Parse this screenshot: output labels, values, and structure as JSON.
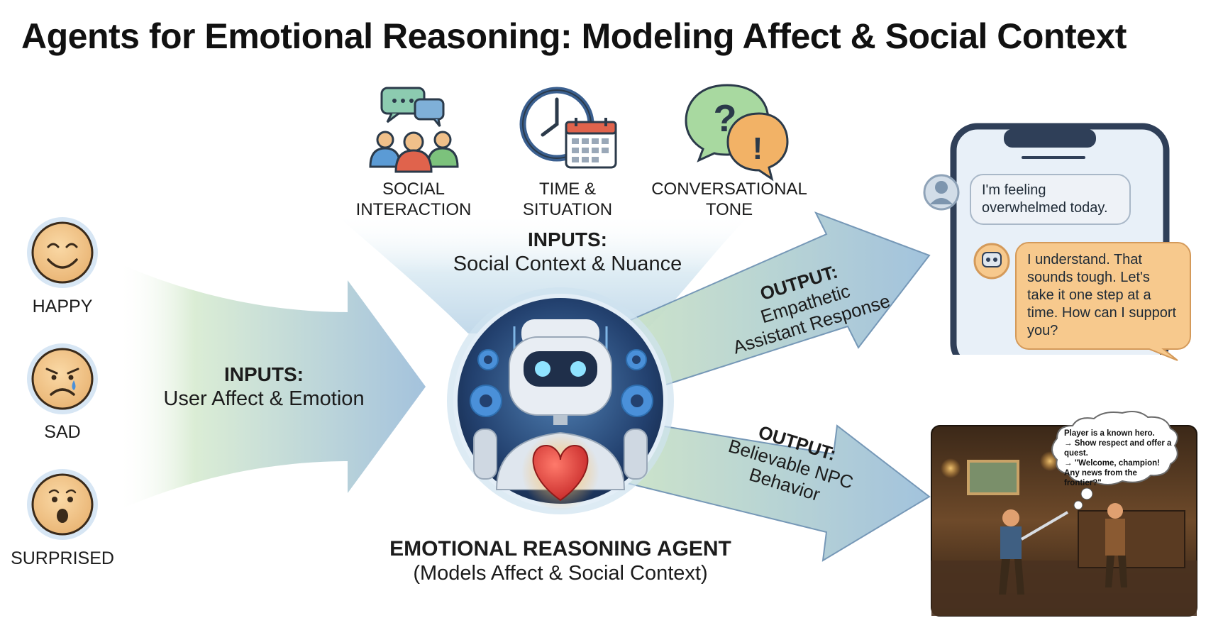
{
  "title": "Agents for Emotional Reasoning: Modeling Affect & Social Context",
  "emotions": [
    {
      "label": "HAPPY",
      "icon": "happy-face-icon"
    },
    {
      "label": "SAD",
      "icon": "sad-face-icon"
    },
    {
      "label": "SURPRISED",
      "icon": "surprised-face-icon"
    }
  ],
  "user_inputs": {
    "heading": "INPUTS:",
    "subtitle": "User Affect & Emotion"
  },
  "context_items": [
    {
      "label": "SOCIAL\nINTERACTION",
      "icon": "social-interaction-icon"
    },
    {
      "label": "TIME &\nSITUATION",
      "icon": "clock-calendar-icon"
    },
    {
      "label": "CONVERSATIONAL\nTONE",
      "icon": "speech-bubbles-icon"
    }
  ],
  "context_inputs": {
    "heading": "INPUTS:",
    "subtitle": "Social Context & Nuance"
  },
  "agent": {
    "title": "EMOTIONAL REASONING AGENT",
    "subtitle": "(Models Affect & Social Context)"
  },
  "output_assistant": {
    "heading": "OUTPUT:",
    "line1": "Empathetic",
    "line2": "Assistant Response"
  },
  "output_npc": {
    "heading": "OUTPUT:",
    "line1": "Believable NPC",
    "line2": "Behavior"
  },
  "chat": {
    "user_message": "I'm feeling overwhelmed today.",
    "bot_message": "I understand. That sounds tough. Let's take it one step at a time. How can I support you?"
  },
  "game": {
    "thought": "Player is a known hero.\n→ Show respect and offer a quest.\n→ \"Welcome, champion! Any news from the frontier?\""
  },
  "colors": {
    "arrow_green": "#cfe6cf",
    "arrow_blue": "#8fb3cf",
    "bot_bubble": "#f7c98d",
    "user_bubble": "#eef2f7",
    "heart": "#e53935"
  }
}
